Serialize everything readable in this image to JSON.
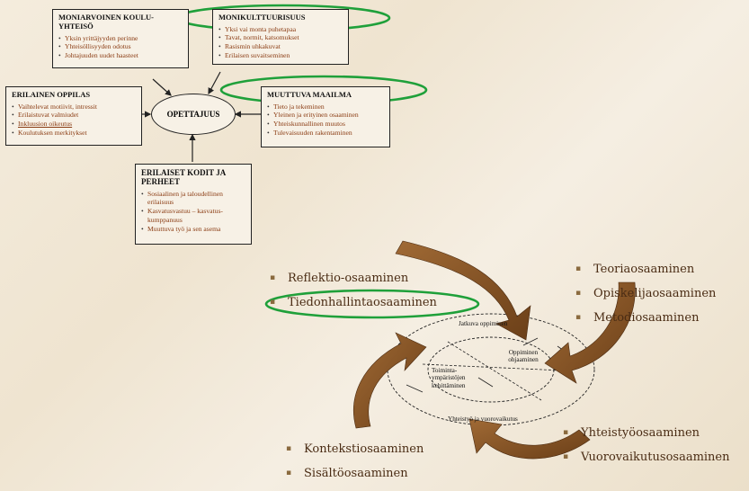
{
  "top_diagram": {
    "center": "OPETTAJUUS",
    "boxes": [
      {
        "title": "MONIARVOINEN KOULU-YHTEISÖ",
        "items": [
          "Yksin yrittäjyyden perinne",
          "Yhteisöllisyyden odotus",
          "Johtajuuden uudet haasteet"
        ]
      },
      {
        "title": "MONIKULTTUURISUUS",
        "items": [
          "Yksi vai monta puhetapaa",
          "Tavat, normit, katsomukset",
          "Rasismin uhkakuvat",
          "Erilaisen suvaitseminen"
        ]
      },
      {
        "title": "ERILAINEN OPPILAS",
        "items": [
          "Vaihtelevat motiivit, intressit",
          "Erilaistuvat valmiudet",
          "Inkluusion oikeutus",
          "Koulutuksen merkitykset"
        ]
      },
      {
        "title": "MUUTTUVA MAAILMA",
        "items": [
          "Tieto ja tekeminen",
          "Yleinen ja erityinen osaaminen",
          "Yhteiskunnallinen muutos",
          "Tulevaisuuden rakentaminen"
        ]
      },
      {
        "title": "ERILAISET KODIT JA PERHEET",
        "items": [
          "Sosiaalinen ja taloudellinen erilaisuus",
          "Kasvatusvastuu – kasvatus-kumppanuus",
          "Muuttuva työ ja sen asema"
        ]
      }
    ]
  },
  "cycle": {
    "labels": [
      "Jatkuva oppiminen",
      "Oppiminen ohjaaminen",
      "Toiminta-ympäristöjen kehittäminen",
      "Yhteistyö ja vuorovaikutus"
    ]
  },
  "lists": {
    "top_left": [
      "Reflektio-osaaminen",
      "Tiedonhallintaosaaminen"
    ],
    "top_right": [
      "Teoriaosaaminen",
      "Opiskelijaosaaminen",
      "Metodiosaaminen"
    ],
    "bottom_left": [
      "Kontekstiosaaminen",
      "Sisältöosaaminen"
    ],
    "bottom_right": [
      "Yhteistyöosaaminen",
      "Vuorovaikutusosaaminen"
    ]
  },
  "colors": {
    "highlight": "#1fa03a",
    "arrow": "#8b5a2b",
    "text_accent": "#8a3b12"
  }
}
